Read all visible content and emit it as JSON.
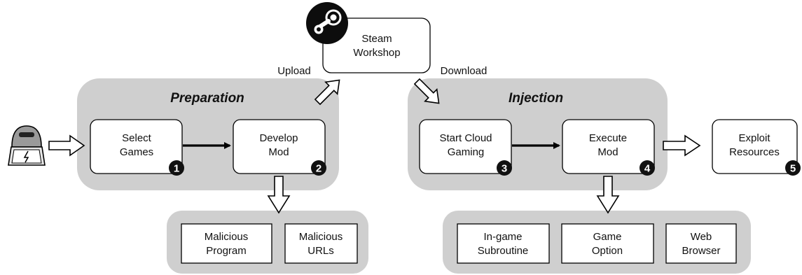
{
  "colors": {
    "panel_fill": "#cfcfcf",
    "box_fill": "#ffffff",
    "stroke": "#000000",
    "badge_fill": "#111111"
  },
  "steam_workshop": {
    "line1": "Steam",
    "line2": "Workshop",
    "icon": "steam-logo-icon"
  },
  "attacker": {
    "icon": "hacker-laptop-icon"
  },
  "edges": {
    "upload": "Upload",
    "download": "Download"
  },
  "preparation": {
    "title": "Preparation",
    "select_games": {
      "line1": "Select",
      "line2": "Games",
      "step": "1"
    },
    "develop_mod": {
      "line1": "Develop",
      "line2": "Mod",
      "step": "2"
    },
    "payloads": [
      {
        "line1": "Malicious",
        "line2": "Program"
      },
      {
        "line1": "Malicious",
        "line2": "URLs"
      }
    ]
  },
  "injection": {
    "title": "Injection",
    "start_cloud_gaming": {
      "line1": "Start Cloud",
      "line2": "Gaming",
      "step": "3"
    },
    "execute_mod": {
      "line1": "Execute",
      "line2": "Mod",
      "step": "4"
    },
    "vectors": [
      {
        "line1": "In-game",
        "line2": "Subroutine"
      },
      {
        "line1": "Game",
        "line2": "Option"
      },
      {
        "line1": "Web",
        "line2": "Browser"
      }
    ]
  },
  "exploit": {
    "line1": "Exploit",
    "line2": "Resources",
    "step": "5"
  }
}
